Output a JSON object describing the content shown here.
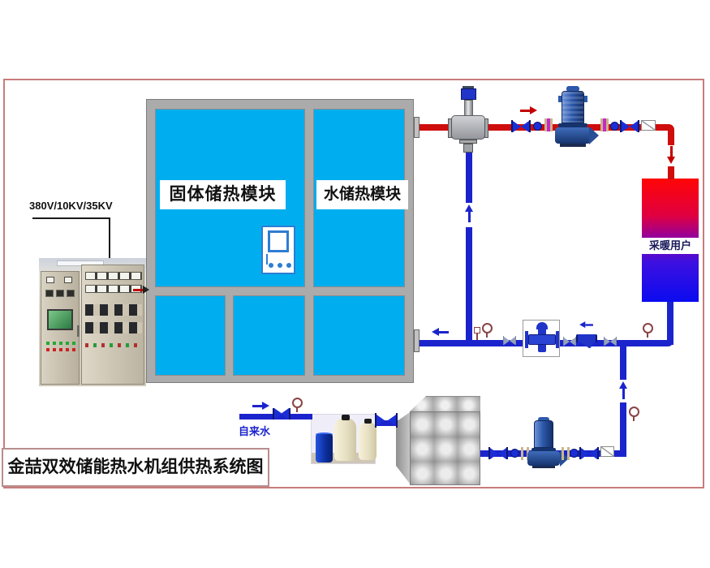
{
  "title_block": {
    "text": "金喆双效储能热水机组供热系统图"
  },
  "power_supply": {
    "label": "380V/10KV/35KV"
  },
  "storage_module": {
    "solid_heat_label": "固体储热模块",
    "water_heat_label": "水储热模块"
  },
  "heat_user": {
    "label": "采暖用户"
  },
  "tap_water": {
    "label": "自来水"
  },
  "colors": {
    "panel_cyan": "#00aeef",
    "frame_gray": "#ababab",
    "hot_pipe_red": "#cf0d0d",
    "cold_pipe_blue": "#1b24cc",
    "valve_blue": "#1b2ed6",
    "flange_gasket_magenta": "#c828c8",
    "diagram_border": "#c97c7c",
    "heat_user_gradient_top": "#ff0505",
    "heat_user_gradient_bottom": "#0b0bf0"
  },
  "icons": {
    "three-way-control-valve-icon": "gray valve body + blue actuator",
    "circulation-pump-icon": "blue vertical inline pump",
    "butterfly-valve-icon": "blue bowtie",
    "soft-joint-icon": "blue circle",
    "check-valve-icon": "white box with diagonal",
    "pressure-gauge-icon": "circle with stem",
    "y-strainer-icon": "blue strainer",
    "relief-valve-icon": "blue valve in white box",
    "flow-arrow-icon": "direction arrow"
  }
}
